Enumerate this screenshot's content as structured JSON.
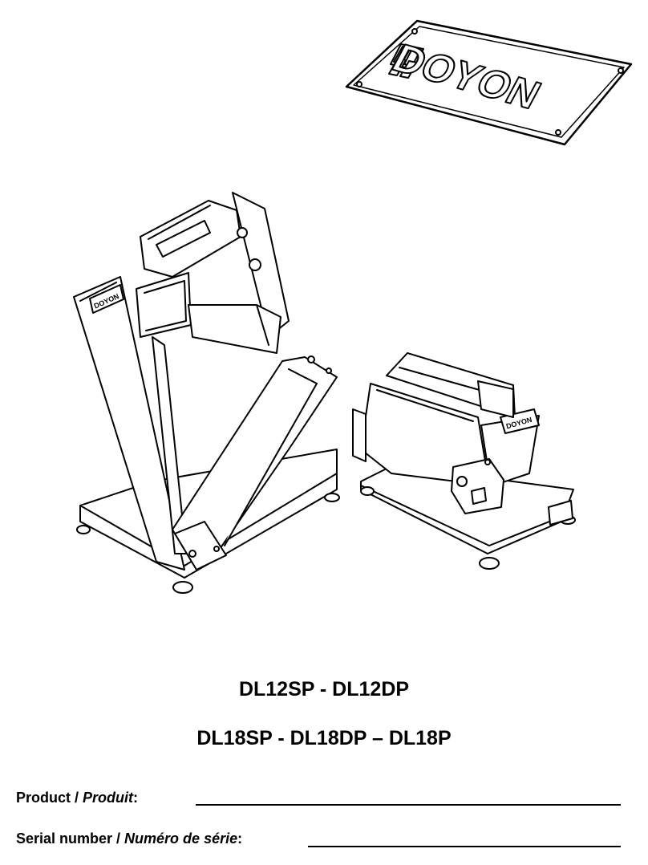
{
  "brand": {
    "plate_text": "DOYON",
    "small_logo_text": "DOYON"
  },
  "models": {
    "line1": "DL12SP - DL12DP",
    "line2": "DL18SP - DL18DP – DL18P"
  },
  "fields": {
    "product_label_en": "Product / ",
    "product_label_fr": "Produit",
    "product_colon": ":",
    "serial_label_en": "Serial number / ",
    "serial_label_fr": "Numéro de série",
    "serial_colon": ":"
  }
}
